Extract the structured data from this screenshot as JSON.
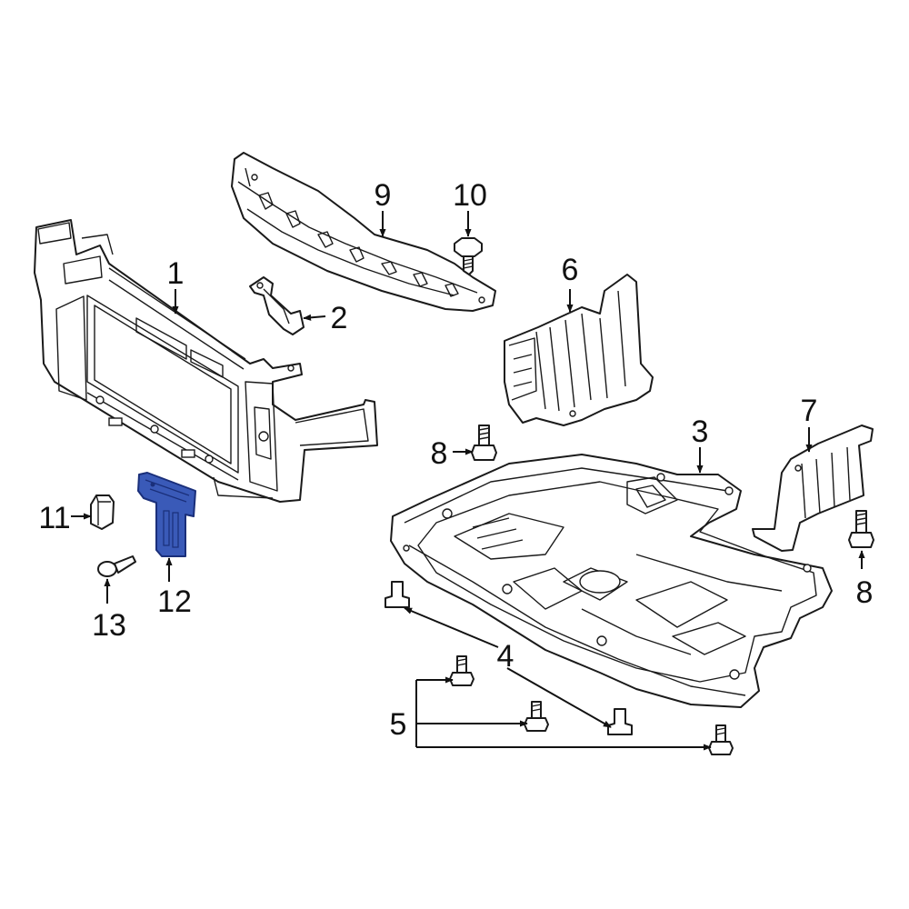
{
  "colors": {
    "line": "#1a1a1a",
    "highlight_fill": "#3a5ab8",
    "highlight_stroke": "#1a2f7a",
    "background": "#ffffff"
  },
  "callouts": {
    "c1": "1",
    "c2": "2",
    "c3": "3",
    "c4": "4",
    "c5": "5",
    "c6": "6",
    "c7": "7",
    "c8a": "8",
    "c8b": "8",
    "c9": "9",
    "c10": "10",
    "c11": "11",
    "c12": "12",
    "c13": "13"
  },
  "highlighted_part": "12"
}
